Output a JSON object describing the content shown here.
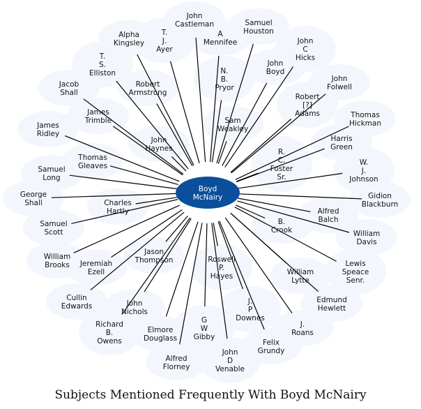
{
  "title": "Subjects Mentioned Frequently With Boyd McNairy",
  "colors": {
    "center": "#0b4f9c",
    "node_background": "#f3f7fd",
    "edge": "#000000"
  },
  "center": {
    "label": "Boyd\nMcNairy"
  },
  "nodes": [
    {
      "label": "John\nCastleman"
    },
    {
      "label": "Samuel\nHouston"
    },
    {
      "label": "T.\nJ.\nAyer"
    },
    {
      "label": "Alpha\nKingsley"
    },
    {
      "label": "A\nMennifee"
    },
    {
      "label": "John\nC\nHicks"
    },
    {
      "label": "T.\nS.\nElliston"
    },
    {
      "label": "John\nBoyd"
    },
    {
      "label": "N.\nB.\nPryor"
    },
    {
      "label": "Jacob\nShall"
    },
    {
      "label": "Robert\nArmstrong"
    },
    {
      "label": "John\nFolwell"
    },
    {
      "label": "Robert\n[?]\nAdams"
    },
    {
      "label": "James\nTrimble"
    },
    {
      "label": "Sam\nWeakley"
    },
    {
      "label": "Thomas\nHickman"
    },
    {
      "label": "James\nRidley"
    },
    {
      "label": "Harris\nGreen"
    },
    {
      "label": "John\nHaynes"
    },
    {
      "label": "R.\nC.\nFoster\nSr."
    },
    {
      "label": "Thomas\nGleaves"
    },
    {
      "label": "W.\nJ.\nJohnson"
    },
    {
      "label": "Samuel\nLong"
    },
    {
      "label": "Gidion\nBlackburn"
    },
    {
      "label": "George\nShall"
    },
    {
      "label": "Charles\nHartly"
    },
    {
      "label": "Alfred\nBalch"
    },
    {
      "label": "B.\nCrook"
    },
    {
      "label": "Samuel\nScott"
    },
    {
      "label": "William\nDavis"
    },
    {
      "label": "Jason\nThompson"
    },
    {
      "label": "William\nBrooks"
    },
    {
      "label": "Jeremiah\nEzell"
    },
    {
      "label": "Roswell\nP.\nHayes"
    },
    {
      "label": "Lewis\nSpeace\nSenr."
    },
    {
      "label": "William\nLytte"
    },
    {
      "label": "Cullin\nEdwards"
    },
    {
      "label": "John\nNichols"
    },
    {
      "label": "J.\nP\nDownes"
    },
    {
      "label": "Edmund\nHewlett"
    },
    {
      "label": "Richard\nB.\nOwens"
    },
    {
      "label": "Elmore\nDouglass"
    },
    {
      "label": "G\nW\nGibby"
    },
    {
      "label": "J.\nRoans"
    },
    {
      "label": "Felix\nGrundy"
    },
    {
      "label": "Alfred\nFlorney"
    },
    {
      "label": "John\nD\nVenable"
    }
  ]
}
